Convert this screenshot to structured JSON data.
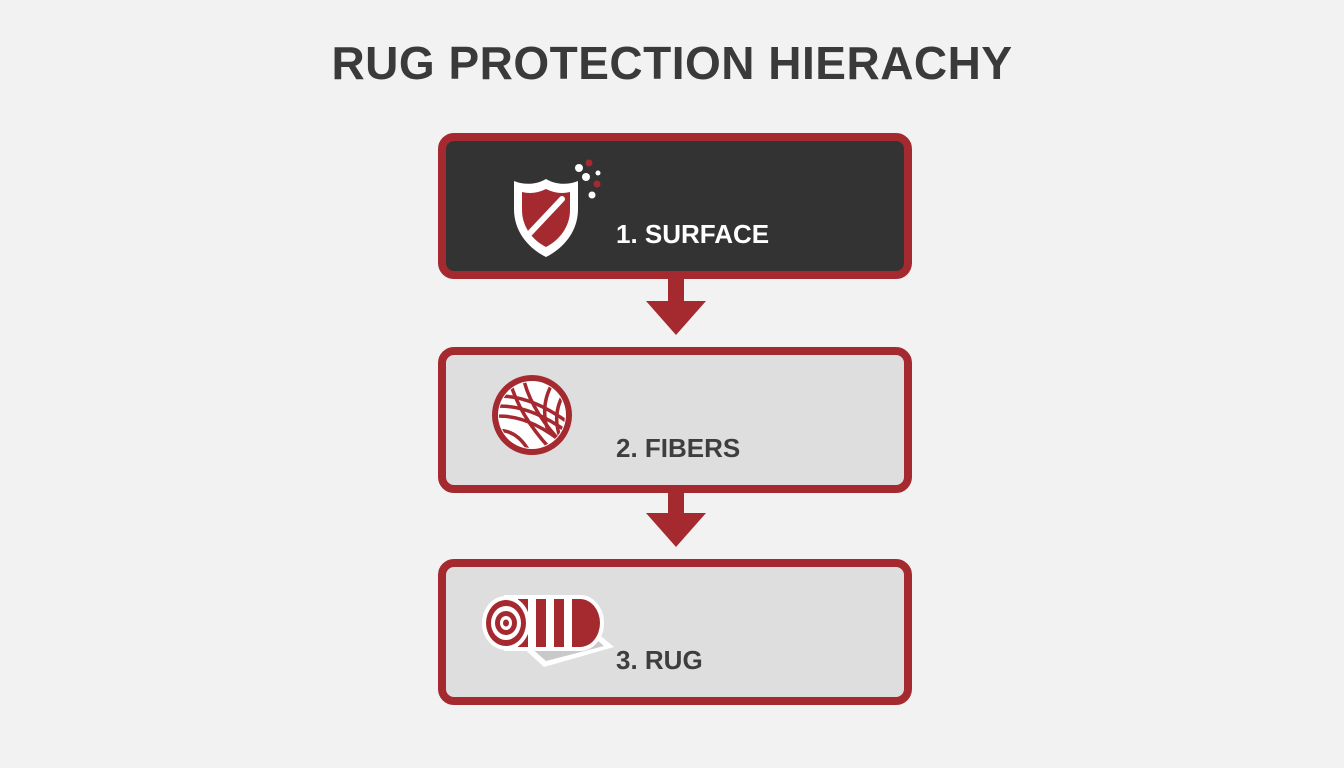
{
  "title": "RUG PROTECTION HIERACHY",
  "colors": {
    "accent": "#a52a30",
    "dark_box": "#333333",
    "light_box": "#dedede",
    "background": "#f2f2f2",
    "title_text": "#3a3a3a"
  },
  "steps": [
    {
      "label": "1. SURFACE",
      "icon": "shield-splash-icon"
    },
    {
      "label": "2. FIBERS",
      "icon": "yarn-ball-icon"
    },
    {
      "label": "3. RUG",
      "icon": "rolled-rug-icon"
    }
  ],
  "connectors": [
    "arrow-down-icon",
    "arrow-down-icon"
  ]
}
